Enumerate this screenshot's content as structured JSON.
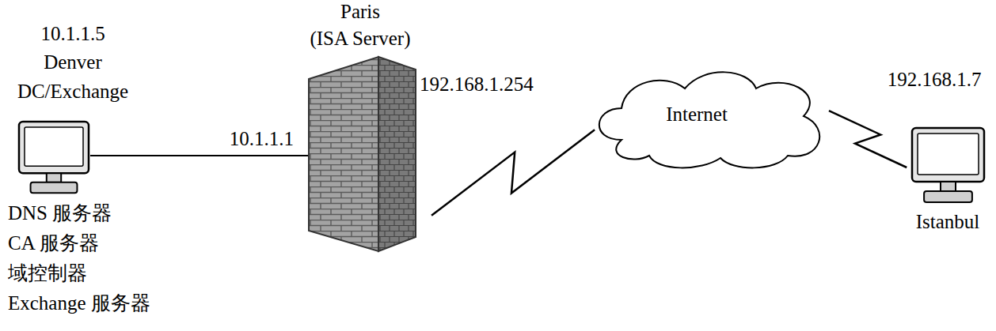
{
  "diagram": {
    "nodes": [
      {
        "text": [
          "10.1.1.5",
          "Denver",
          "DC/Exchange",
          "DNS 服务器",
          "CA 服务器",
          "域控制器",
          "Exchange 服务器"
        ]
      },
      {
        "text": [
          "Paris",
          "(ISA Server)"
        ]
      },
      {
        "text": [
          "Internet"
        ]
      },
      {
        "text": [
          "192.168.1.7",
          "Istanbul"
        ]
      }
    ],
    "edges": [
      {
        "from": 0,
        "to": 1,
        "label": "10.1.1.1",
        "arrow": "none"
      },
      {
        "from": 1,
        "to": 2,
        "arrow": "none"
      },
      {
        "from": 2,
        "to": 3,
        "arrow": "none"
      }
    ],
    "labels": [
      "192.168.1.254"
    ]
  }
}
